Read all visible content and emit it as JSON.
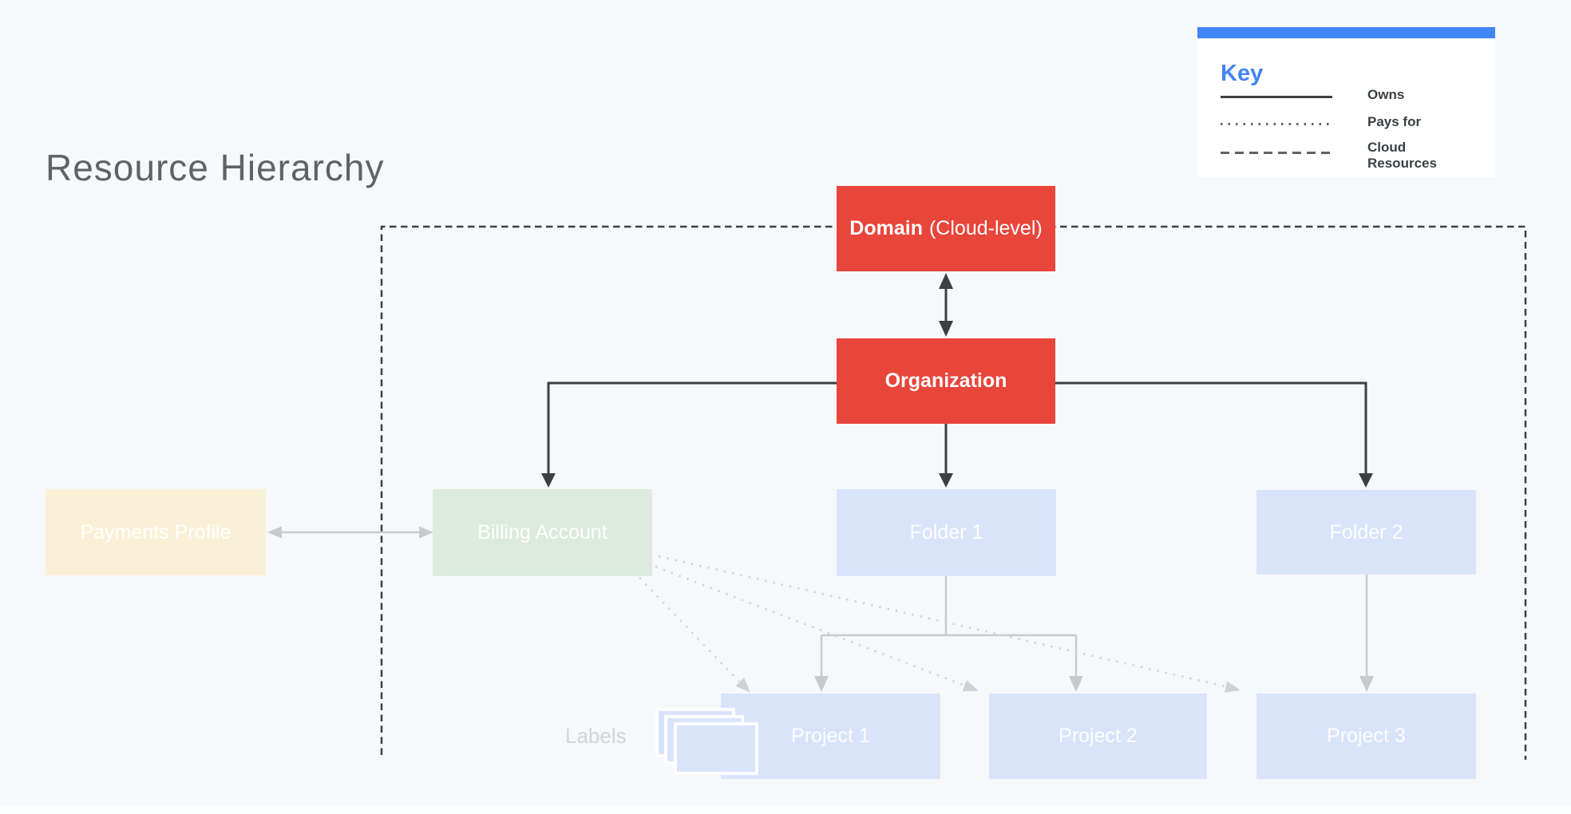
{
  "diagram": {
    "title": "Resource Hierarchy"
  },
  "key": {
    "title": "Key",
    "entries": [
      {
        "style": "solid",
        "label": "Owns"
      },
      {
        "style": "dotted",
        "label": "Pays for"
      },
      {
        "style": "dashed",
        "label": "Cloud Resources"
      }
    ]
  },
  "nodes": {
    "domain": {
      "label_bold": "Domain",
      "label_rest": "(Cloud-level)",
      "fill": "#E8453B"
    },
    "organization": {
      "label": "Organization",
      "fill": "#E8453B"
    },
    "payments_profile": {
      "label": "Payments Profile",
      "fill": "#F9F0D7"
    },
    "billing_account": {
      "label": "Billing Account",
      "fill": "#DCEBDD"
    },
    "folder1": {
      "label": "Folder 1",
      "fill": "#D9E4FB"
    },
    "folder2": {
      "label": "Folder 2",
      "fill": "#D9E4FB"
    },
    "project1": {
      "label": "Project 1",
      "fill": "#D9E4FB"
    },
    "project2": {
      "label": "Project 2",
      "fill": "#D9E4FB"
    },
    "project3": {
      "label": "Project 3",
      "fill": "#D9E4FB"
    },
    "labels_caption": "Labels"
  },
  "edges": [
    {
      "from": "Domain",
      "to": "Organization",
      "type": "owns",
      "bidirectional": true
    },
    {
      "from": "Organization",
      "to": "Billing Account",
      "type": "owns",
      "bidirectional": false
    },
    {
      "from": "Organization",
      "to": "Folder 1",
      "type": "owns",
      "bidirectional": false
    },
    {
      "from": "Organization",
      "to": "Folder 2",
      "type": "owns",
      "bidirectional": false
    },
    {
      "from": "Payments Profile",
      "to": "Billing Account",
      "type": "owns",
      "bidirectional": true
    },
    {
      "from": "Folder 1",
      "to": "Project 1",
      "type": "owns",
      "bidirectional": false
    },
    {
      "from": "Folder 1",
      "to": "Project 2",
      "type": "owns",
      "bidirectional": false
    },
    {
      "from": "Folder 2",
      "to": "Project 3",
      "type": "owns",
      "bidirectional": false
    },
    {
      "from": "Billing Account",
      "to": "Project 1",
      "type": "pays_for",
      "bidirectional": false
    },
    {
      "from": "Billing Account",
      "to": "Project 2",
      "type": "pays_for",
      "bidirectional": false
    },
    {
      "from": "Billing Account",
      "to": "Project 3",
      "type": "pays_for",
      "bidirectional": false
    }
  ],
  "colors": {
    "background": "#F7F8FA",
    "title_text": "#5F6368",
    "key_accent": "#4285F4",
    "key_label_text": "#3C4043",
    "node_red": "#E8453B",
    "node_blue": "#D9E4FB",
    "node_green": "#DCEBDD",
    "node_cream": "#F9F0D7",
    "dark_arrow": "#3C4043",
    "light_arrow": "#C8CBCE",
    "dotted_arrow": "#CFD3D7",
    "cloud_boundary": "#3C4043",
    "labels_caption_text": "#D2D5D9"
  }
}
